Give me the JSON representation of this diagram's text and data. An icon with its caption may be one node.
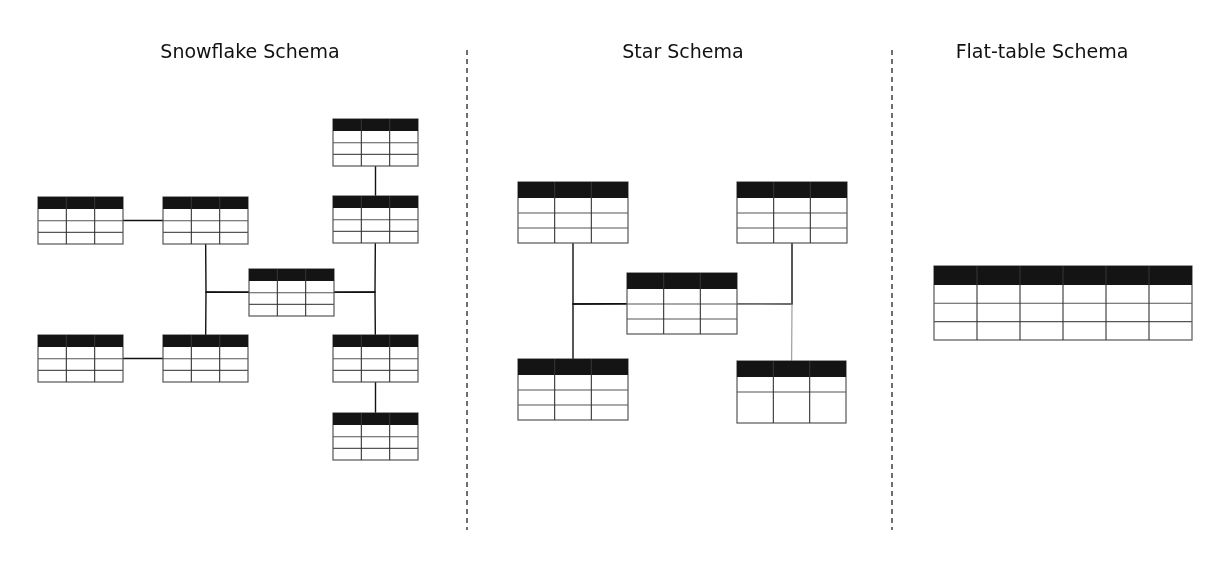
{
  "diagram": {
    "nodes": [
      {
        "text": [],
        "shape": "table"
      },
      {
        "text": [],
        "shape": "table"
      },
      {
        "text": [],
        "shape": "table"
      },
      {
        "text": [],
        "shape": "table"
      },
      {
        "text": [],
        "shape": "table"
      },
      {
        "text": [],
        "shape": "table"
      },
      {
        "text": [],
        "shape": "table"
      },
      {
        "text": [],
        "shape": "table"
      },
      {
        "text": [],
        "shape": "table"
      },
      {
        "text": [],
        "shape": "table"
      },
      {
        "text": [],
        "shape": "table"
      },
      {
        "text": [],
        "shape": "table"
      },
      {
        "text": [],
        "shape": "table"
      },
      {
        "text": [],
        "shape": "table"
      },
      {
        "text": [],
        "shape": "table"
      }
    ],
    "edges": [
      {
        "from": 0,
        "to": 1,
        "arrow": "none"
      },
      {
        "from": 2,
        "to": 3,
        "arrow": "none"
      },
      {
        "from": 4,
        "to": 1,
        "arrow": "none"
      },
      {
        "from": 4,
        "to": 6,
        "arrow": "none"
      },
      {
        "from": 4,
        "to": 3,
        "arrow": "none"
      },
      {
        "from": 4,
        "to": 7,
        "arrow": "none"
      },
      {
        "from": 5,
        "to": 6,
        "arrow": "none"
      },
      {
        "from": 7,
        "to": 8,
        "arrow": "none"
      },
      {
        "from": 11,
        "to": 9,
        "arrow": "none"
      },
      {
        "from": 11,
        "to": 12,
        "arrow": "none"
      },
      {
        "from": 11,
        "to": 10,
        "arrow": "none"
      },
      {
        "from": 11,
        "to": 13,
        "arrow": "none",
        "color": "#8a8a8a"
      }
    ],
    "labels": [
      "Snowflake Schema",
      "Star Schema",
      "Flat-table Schema"
    ]
  }
}
